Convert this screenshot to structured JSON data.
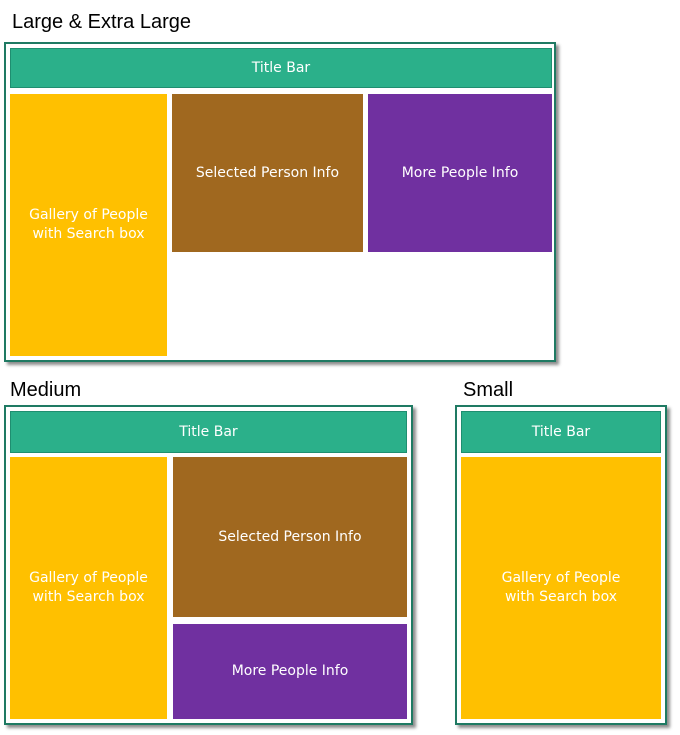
{
  "headings": {
    "large": "Large & Extra Large",
    "medium": "Medium",
    "small": "Small"
  },
  "labels": {
    "title_bar": "Title Bar",
    "gallery": "Gallery of People\nwith Search box",
    "selected_person": "Selected Person Info",
    "more_people": "More People Info"
  },
  "colors": {
    "title_bar": "#2bb08a",
    "gallery": "#ffc000",
    "selected_person": "#a0681f",
    "more_people": "#7030a0",
    "frame_border": "#1f7a63"
  }
}
